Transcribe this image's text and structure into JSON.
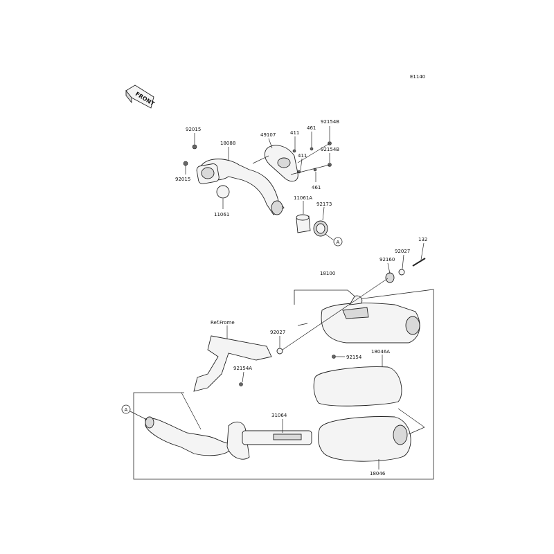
{
  "diagram_code": "E1140",
  "front_arrow_label": "FRONT",
  "ref_label": "Ref.Frome",
  "callout_letter": "A",
  "parts": {
    "p92015_top": "92015",
    "p92015_bottom": "92015",
    "p18088": "18088",
    "p11061": "11061",
    "p49107": "49107",
    "p411_top": "411",
    "p461_top": "461",
    "p92154B_top": "92154B",
    "p411_bottom": "411",
    "p92154B_bottom": "92154B",
    "p461_bottom": "461",
    "p11061A": "11061A",
    "p92173": "92173",
    "p132": "132",
    "p92027_top": "92027",
    "p92160": "92160",
    "p18100": "18100",
    "p92027_mid": "92027",
    "p92154": "92154",
    "p18046A": "18046A",
    "p92154A": "92154A",
    "p31064": "31064",
    "p18046": "18046"
  }
}
